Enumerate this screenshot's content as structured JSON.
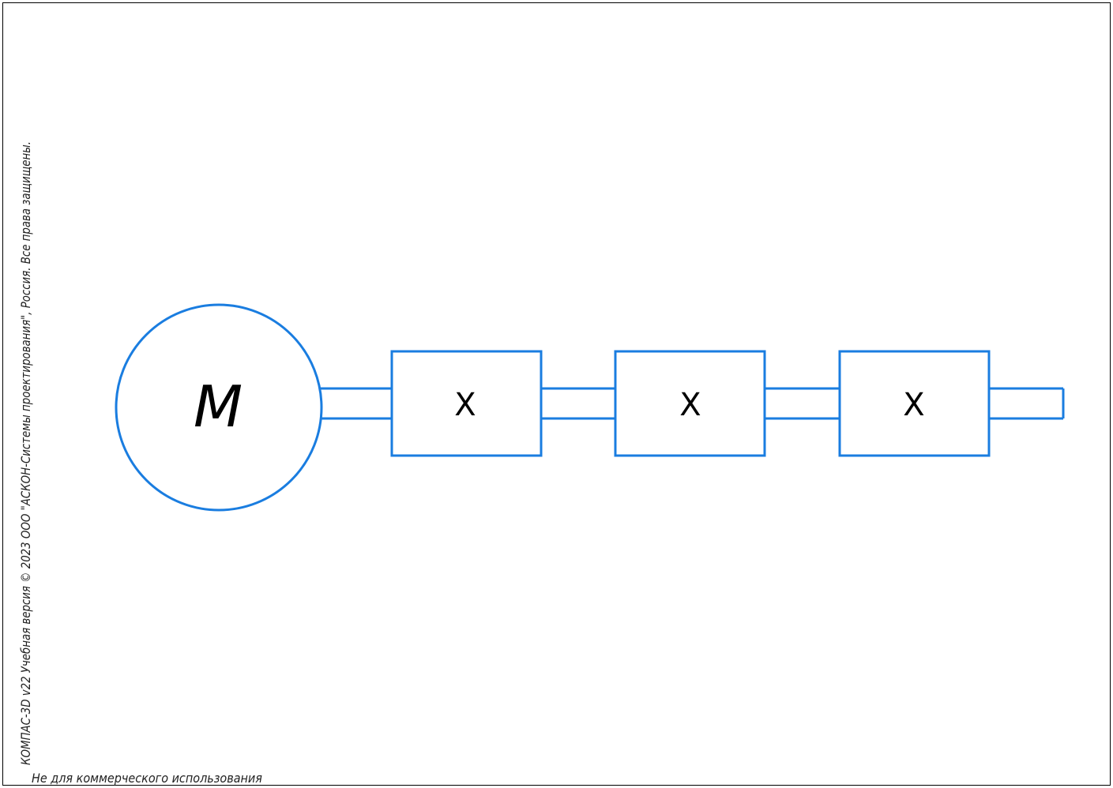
{
  "drawing": {
    "motor_label": "M",
    "gearbox_labels": [
      "X",
      "X",
      "X"
    ],
    "colors": {
      "scheme_line": "#1a7de0",
      "frame": "#000000",
      "text": "#000000"
    }
  },
  "stamps": {
    "copyright": "КОМПАС-3D v22 Учебная версия © 2023 ООО \"АСКОН-Системы проектирования\", Россия. Все права защищены.",
    "non_commercial": "Не для коммерческого использования"
  }
}
